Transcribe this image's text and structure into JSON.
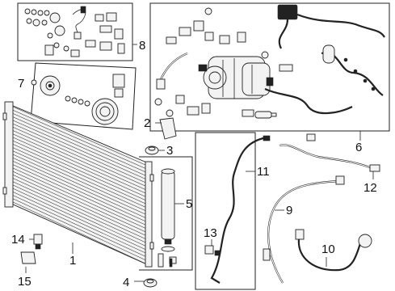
{
  "callouts": [
    {
      "id": "1",
      "text": "1"
    },
    {
      "id": "2",
      "text": "2"
    },
    {
      "id": "3",
      "text": "3"
    },
    {
      "id": "4",
      "text": "4"
    },
    {
      "id": "5",
      "text": "5"
    },
    {
      "id": "6",
      "text": "6"
    },
    {
      "id": "7",
      "text": "7"
    },
    {
      "id": "8",
      "text": "8"
    },
    {
      "id": "9",
      "text": "9"
    },
    {
      "id": "10",
      "text": "10"
    },
    {
      "id": "11",
      "text": "11"
    },
    {
      "id": "12",
      "text": "12"
    },
    {
      "id": "13",
      "text": "13"
    },
    {
      "id": "14",
      "text": "14"
    },
    {
      "id": "15",
      "text": "15"
    }
  ],
  "colors": {
    "line": "#222222",
    "background": "#ffffff"
  }
}
